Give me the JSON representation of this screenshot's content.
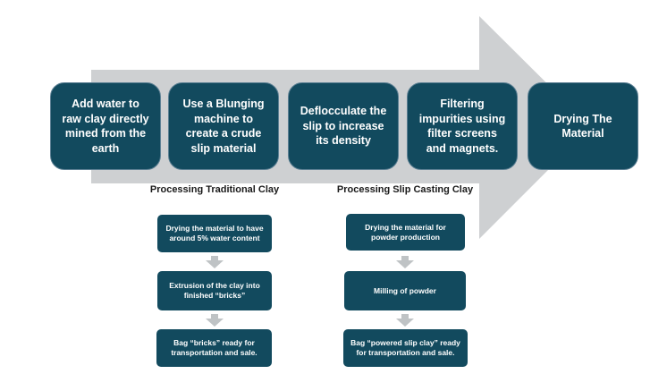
{
  "colors": {
    "box_teal": "#124a5e",
    "arrow_gray": "#ced0d2",
    "connector_gray": "#bfc3c5",
    "header_text": "#1a1a1a",
    "box_text": "#ffffff"
  },
  "main_flow": {
    "steps": [
      "Add water to\nraw clay directly\nmined from the\nearth",
      "Use a Blunging\nmachine to\ncreate a crude\nslip material",
      "Deflocculate the\nslip to increase\nits density",
      "Filtering\nimpurities using\nfilter screens\nand magnets.",
      "Drying The\nMaterial"
    ]
  },
  "branches": [
    {
      "title": "Processing Traditional Clay",
      "steps": [
        "Drying the material to have\naround 5% water content",
        "Extrusion of the clay into\nfinished “bricks”",
        "Bag “bricks” ready for\ntransportation and sale."
      ]
    },
    {
      "title": "Processing Slip Casting Clay",
      "steps": [
        "Drying the material for\npowder production",
        "Milling of powder",
        "Bag “powered slip clay” ready\nfor transportation and sale."
      ]
    }
  ]
}
